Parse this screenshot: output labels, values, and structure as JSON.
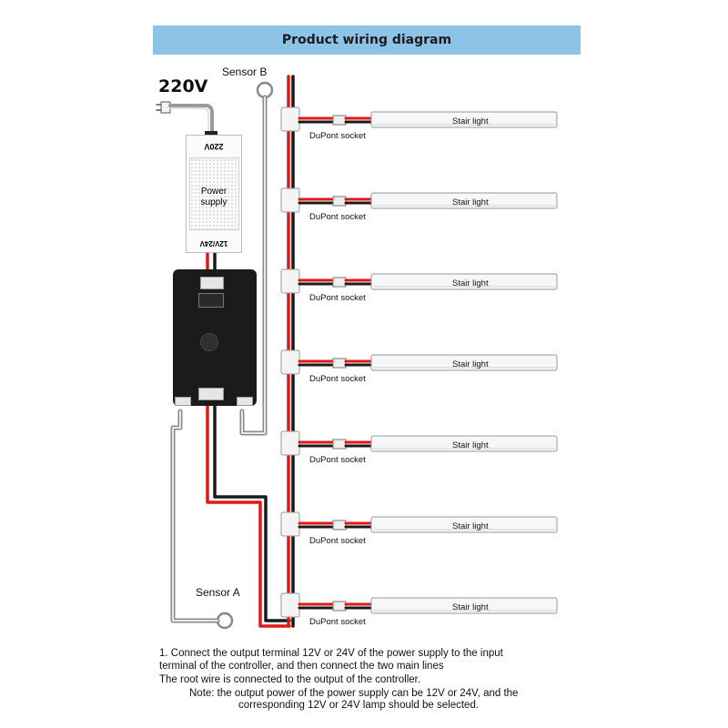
{
  "title": "Product wiring diagram",
  "input_voltage": "220V",
  "power_supply": {
    "input_label": "220V",
    "output_label": "12V/24V",
    "name_line1": "Power",
    "name_line2": "supply"
  },
  "sensor_a": "Sensor A",
  "sensor_b": "Sensor B",
  "branches": [
    {
      "socket": "DuPont socket",
      "light": "Stair light"
    },
    {
      "socket": "DuPont socket",
      "light": "Stair light"
    },
    {
      "socket": "DuPont socket",
      "light": "Stair light"
    },
    {
      "socket": "DuPont socket",
      "light": "Stair light"
    },
    {
      "socket": "DuPont socket",
      "light": "Stair light"
    },
    {
      "socket": "DuPont socket",
      "light": "Stair light"
    },
    {
      "socket": "DuPont socket",
      "light": "Stair light"
    }
  ],
  "notes": [
    "1. Connect the output terminal 12V or 24V of the power supply to the input",
    "terminal of the controller, and then connect the two main lines",
    "The root wire is connected to the output of the controller.",
    "Note: the output power of the power supply can be 12V or 24V, and the",
    "corresponding 12V or 24V lamp should be selected."
  ],
  "colors": {
    "banner": "#8ec3e8",
    "wire_red": "#e01818",
    "wire_black": "#1a1a1a",
    "wire_gray": "#8a8a8a",
    "controller": "#1b1b1b"
  }
}
